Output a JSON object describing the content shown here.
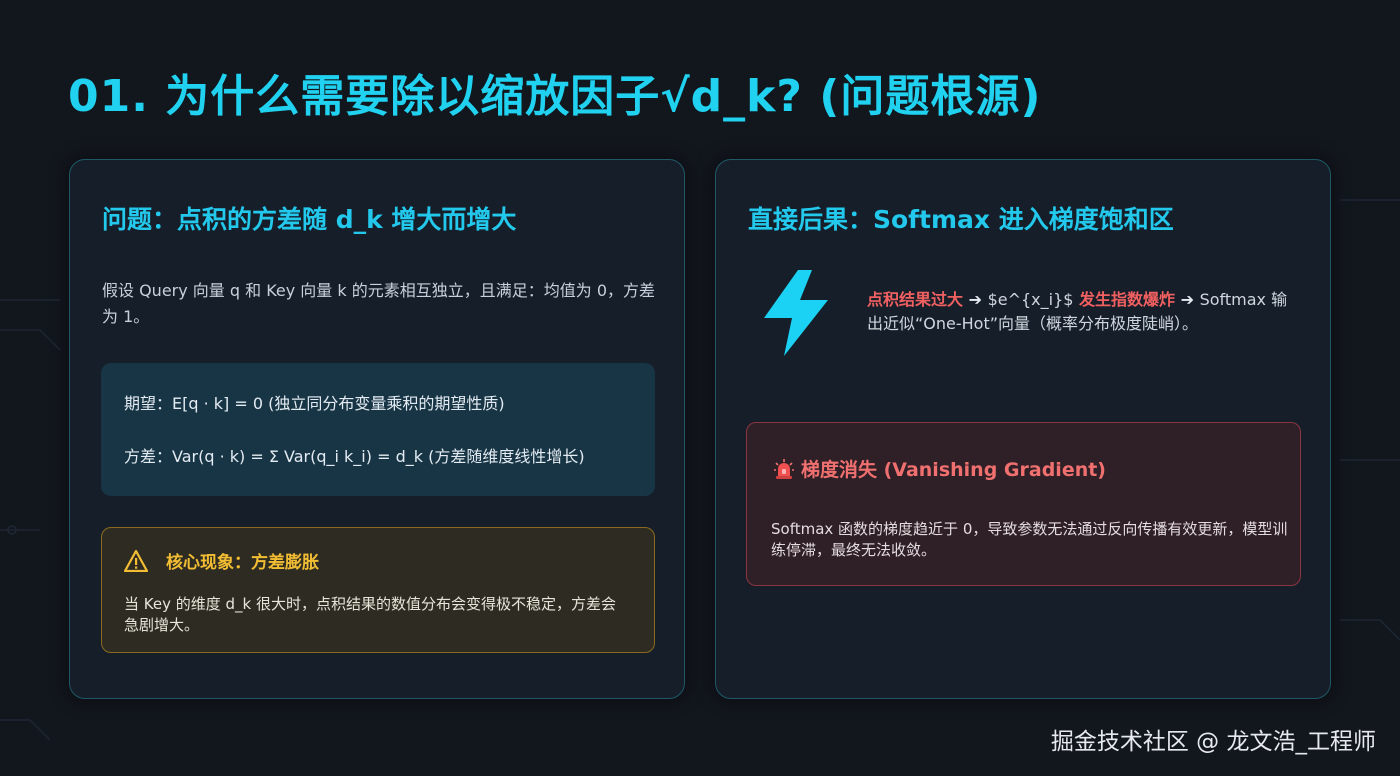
{
  "title": "01. 为什么需要除以缩放因子√d_k? (问题根源)",
  "left_card": {
    "heading": "问题：点积的方差随 d_k 增大而增大",
    "intro": "假设 Query 向量 q 和 Key 向量 k 的元素相互独立，且满足：均值为 0，方差为 1。",
    "expectation": "期望：E[q · k] = 0 (独立同分布变量乘积的期望性质)",
    "variance": "方差：Var(q · k) = Σ Var(q_i k_i) = d_k (方差随维度线性增长)",
    "warning": {
      "icon": "warning-icon",
      "title": "核心现象：方差膨胀",
      "text": "当 Key 的维度 d_k 很大时，点积结果的数值分布会变得极不稳定，方差会急剧增大。"
    }
  },
  "right_card": {
    "heading": "直接后果：Softmax 进入梯度饱和区",
    "icon": "lightning-icon",
    "consequence": {
      "part1": "点积结果过大",
      "arrow1": " ➔ ",
      "part2": "$e^{x_i}$",
      "part3": " 发生指数爆炸",
      "arrow2": " ➔ ",
      "part4": "Softmax 输出近似“One-Hot”向量（概率分布极度陡峭）。"
    },
    "vanishing": {
      "icon": "siren-icon",
      "title": "梯度消失 (Vanishing Gradient)",
      "text": "Softmax 函数的梯度趋近于 0，导致参数无法通过反向传播有效更新，模型训练停滞，最终无法收敛。"
    }
  },
  "watermark": "掘金技术社区 @ 龙文浩_工程师",
  "colors": {
    "accent": "#20d2f0",
    "warning": "#f2bd33",
    "danger": "#f06060",
    "background": "#12161d"
  }
}
